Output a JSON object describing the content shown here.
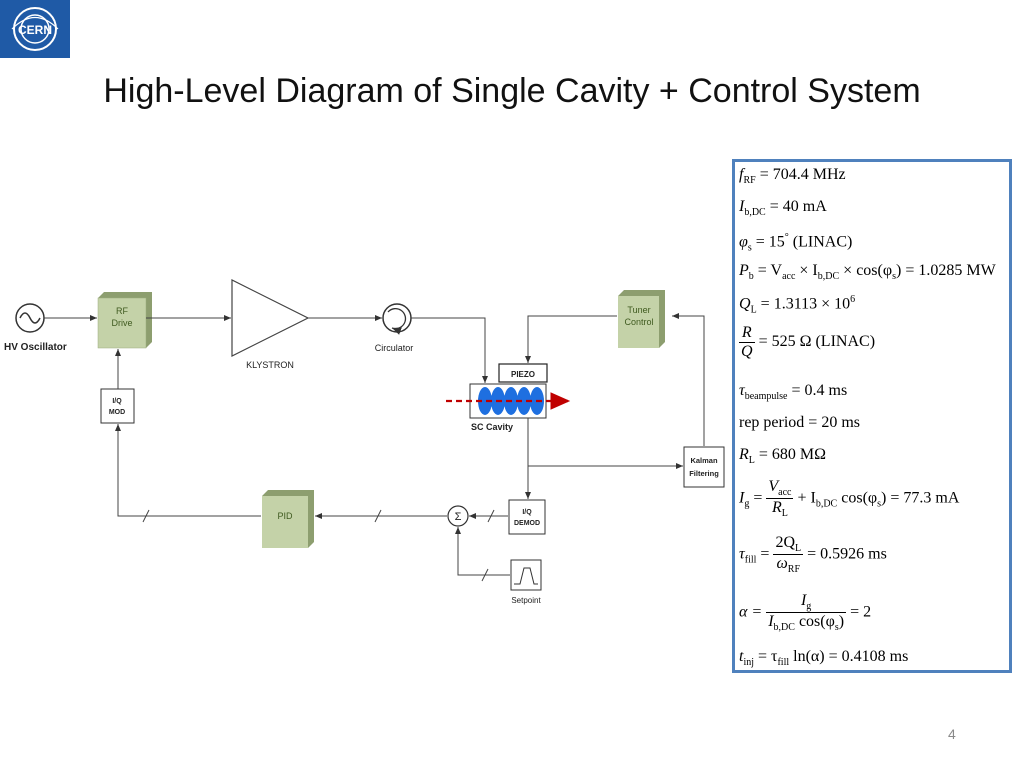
{
  "slide": {
    "title": "High-Level Diagram of Single Cavity + Control System",
    "page_number": "4",
    "logo_text": "CERN"
  },
  "diagram": {
    "hv_oscillator": "HV Oscillator",
    "rf_drive_l1": "RF",
    "rf_drive_l2": "Drive",
    "klystron": "KLYSTRON",
    "circulator": "Circulator",
    "tuner_control_l1": "Tuner",
    "tuner_control_l2": "Control",
    "piezo": "PIEZO",
    "sc_cavity": "SC Cavity",
    "iq_mod_l1": "I/Q",
    "iq_mod_l2": "MOD",
    "kalman_l1": "Kalman",
    "kalman_l2": "Filtering",
    "pid": "PID",
    "sum_symbol": "Σ",
    "iq_demod_l1": "I/Q",
    "iq_demod_l2": "DEMOD",
    "setpoint": "Setpoint"
  },
  "colors": {
    "block_fill": "#c4d2a8",
    "block_shadow": "#8d9e6f",
    "block_text": "#3f5a1f",
    "eq_border": "#4f81bd",
    "beam_arrow": "#c00000",
    "cavity_cell": "#1e6fe0"
  },
  "equations": {
    "frf": {
      "sym": "f",
      "sub": "RF",
      "rest": " = 704.4  MHz"
    },
    "ibdc": {
      "sym": "I",
      "sub": "b,DC",
      "rest": " = 40  mA"
    },
    "phis": {
      "sym": "φ",
      "sub": "s",
      "mid": " = 15",
      "sup": "°",
      "rest": "  (LINAC)"
    },
    "pb": {
      "text_a": "P",
      "sub_a": "b",
      "text_b": " = V",
      "sub_b": "acc",
      "text_c": " × I",
      "sub_c": "b,DC",
      "text_d": " × cos(φ",
      "sub_d": "s",
      "text_e": ") = 1.0285  MW"
    },
    "ql": {
      "sym": "Q",
      "sub": "L",
      "mid": " = 1.3113 × 10",
      "sup": "6"
    },
    "rq": {
      "num": "R",
      "den": "Q",
      "rest": " = 525  Ω  (LINAC)"
    },
    "tau_beam": {
      "sym": "τ",
      "sub": "beampulse",
      "rest": " = 0.4  ms"
    },
    "rep": {
      "text": "rep period = 20  ms"
    },
    "rl": {
      "sym": "R",
      "sub": "L",
      "rest": " = 680  MΩ"
    },
    "ig": {
      "lhs": "I",
      "lhs_sub": "g",
      "eq": " = ",
      "num": "V",
      "num_sub": "acc",
      "den": "R",
      "den_sub": "L",
      "plus": " + I",
      "plus_sub": "b,DC",
      "cos": " cos(φ",
      "cos_sub": "s",
      "rest": ") = 77.3  mA"
    },
    "tfill": {
      "lhs": "τ",
      "lhs_sub": "fill",
      "eq": " = ",
      "num": "2Q",
      "num_sub": "L",
      "den": "ω",
      "den_sub": "RF",
      "rest": " = 0.5926  ms"
    },
    "alpha": {
      "lhs": "α = ",
      "num": "I",
      "num_sub": "g",
      "den_a": "I",
      "den_sub_a": "b,DC",
      "den_b": " cos(φ",
      "den_sub_b": "s",
      "den_c": ")",
      "rest": " = 2"
    },
    "tinj": {
      "lhs": "t",
      "lhs_sub": "inj",
      "eq": " = τ",
      "eq_sub": "fill",
      "rest": " ln(α) = 0.4108  ms"
    }
  }
}
